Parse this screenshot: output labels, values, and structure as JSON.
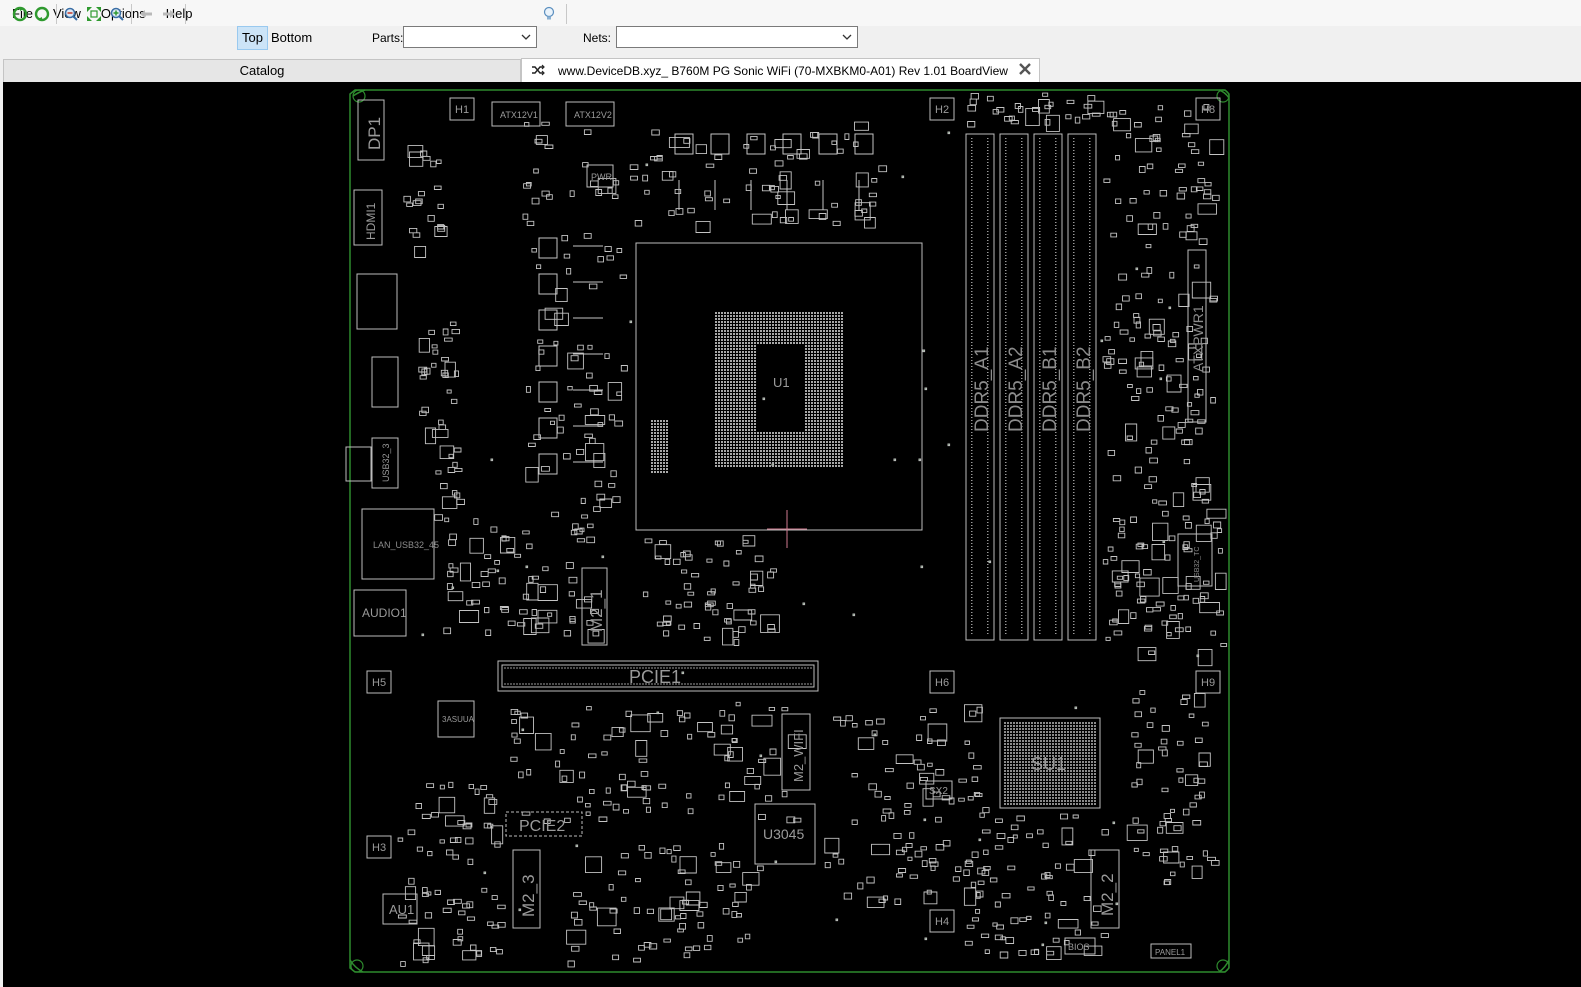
{
  "menu": {
    "items": [
      "File",
      "View",
      "Options",
      "Help"
    ]
  },
  "toolbar": {
    "icons": [
      "refresh-green-icon",
      "refresh-green-icon",
      "zoom-fit-icon",
      "zoom-region-icon",
      "zoom-in-icon",
      "arrow-left-icon",
      "arrow-right-icon"
    ],
    "side_top": "Top",
    "side_bottom": "Bottom",
    "parts_label": "Parts:",
    "parts_value": "",
    "nets_label": "Nets:",
    "nets_value": ""
  },
  "tabs": {
    "catalog": "Catalog",
    "board": "www.DeviceDB.xyz_ B760M PG Sonic WiFi (70-MXBKM0-A01) Rev 1.01 BoardView"
  },
  "board": {
    "labels": {
      "dp": "DP1",
      "hdmi": "HDMI1",
      "pwr": "PWR",
      "atx1": "ATX12V1",
      "atx2": "ATX12V2",
      "cpu": "U1",
      "m2_1": "M2_1",
      "pcie1": "PCIE1",
      "pcie2": "PCIE2",
      "m2_3": "M2_3",
      "m2_wifi": "M2_WIFI",
      "u3045": "U3045",
      "su1": "SU1",
      "sx2": "SX2",
      "m2_2": "M2_2",
      "audio": "AUDIO1",
      "au1": "AU1",
      "lan": "LAN_USB32_45",
      "usb32": "USB32_3",
      "ddr_a1": "DDR5_A1",
      "ddr_a2": "DDR5_A2",
      "ddr_b1": "DDR5_B1",
      "ddr_b2": "DDR5_B2",
      "atxpwr": "ATXPWR1",
      "h1": "H1",
      "h2": "H2",
      "h3": "H3",
      "h4": "H4",
      "h5": "H5",
      "h6": "H6",
      "h8": "H8",
      "h9": "H9",
      "bios": "BIOS",
      "panel": "PANEL1",
      "usb_tc": "USB32_TC",
      "3asuua": "3ASUUA"
    }
  }
}
